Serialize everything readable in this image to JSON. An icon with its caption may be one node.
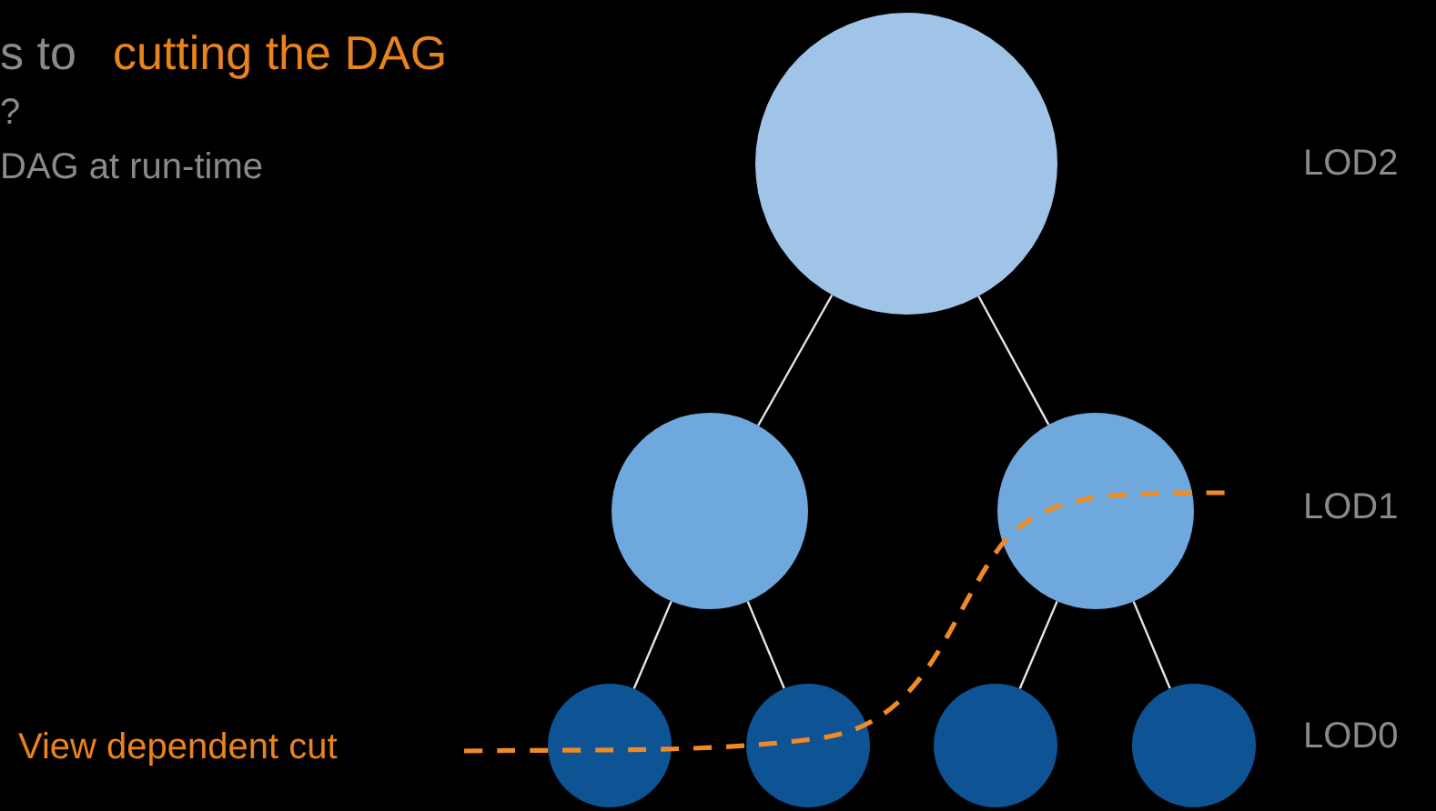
{
  "diagram": {
    "nodes": [
      {
        "text": [],
        "shape": "circle"
      },
      {
        "text": [],
        "shape": "circle"
      },
      {
        "text": [],
        "shape": "circle"
      },
      {
        "text": [],
        "shape": "circle"
      },
      {
        "text": [],
        "shape": "circle"
      },
      {
        "text": [],
        "shape": "circle"
      },
      {
        "text": [],
        "shape": "circle"
      }
    ],
    "edges": [
      {
        "from": 0,
        "to": 1,
        "arrow": "none"
      },
      {
        "from": 0,
        "to": 2,
        "arrow": "none"
      },
      {
        "from": 1,
        "to": 3,
        "arrow": "none"
      },
      {
        "from": 1,
        "to": 4,
        "arrow": "none"
      },
      {
        "from": 2,
        "to": 5,
        "arrow": "none"
      },
      {
        "from": 2,
        "to": 6,
        "arrow": "none"
      }
    ],
    "labels": [
      "s to",
      "cutting the DAG",
      "?",
      "DAG at run-time",
      "LOD2",
      "LOD1",
      "LOD0",
      "View dependent cut"
    ]
  }
}
